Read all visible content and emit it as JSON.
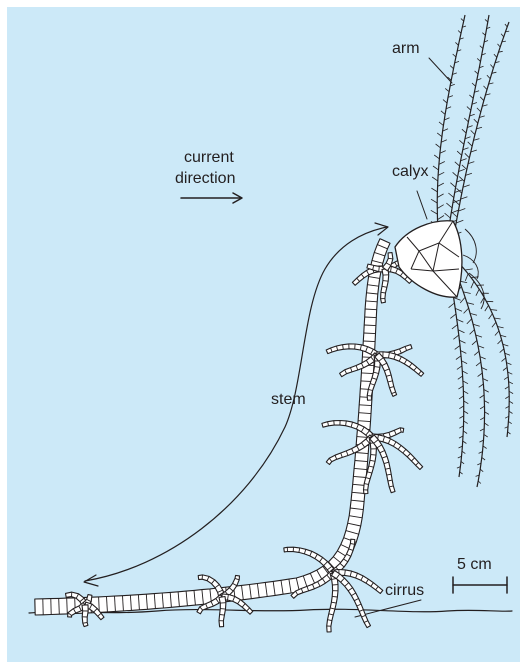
{
  "labels": {
    "arm": "arm",
    "current": "current",
    "direction": "direction",
    "calyx": "calyx",
    "stem": "stem",
    "scale": "5 cm",
    "cirrus": "cirrus"
  },
  "colors": {
    "background": "#cce9f8",
    "ink": "#231f20",
    "organism_fill": "#ffffff"
  }
}
